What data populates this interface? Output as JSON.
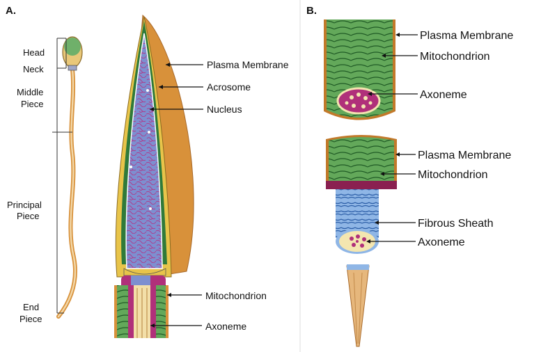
{
  "panels": {
    "a": "A.",
    "b": "B."
  },
  "sperm_regions": {
    "head": "Head",
    "neck": "Neck",
    "middle_line1": "Middle",
    "middle_line2": "Piece",
    "principal_line1": "Principal",
    "principal_line2": "Piece",
    "end_line1": "End",
    "end_line2": "Piece"
  },
  "head_section_labels": {
    "plasma_membrane": "Plasma Membrane",
    "acrosome": "Acrosome",
    "nucleus": "Nucleus",
    "mitochondrion": "Mitochondrion",
    "axoneme": "Axoneme"
  },
  "cross_section_top": {
    "plasma_membrane": "Plasma Membrane",
    "mitochondrion": "Mitochondrion",
    "axoneme": "Axoneme"
  },
  "cross_section_middle": {
    "plasma_membrane": "Plasma Membrane",
    "mitochondrion": "Mitochondrion",
    "fibrous_sheath": "Fibrous Sheath",
    "axoneme": "Axoneme"
  },
  "colors": {
    "membrane_tan": "#d8913a",
    "mitochondria_green": "#4f9a4a",
    "nucleus_blue": "#7d8fd0",
    "chromatin_magenta": "#b03a8a",
    "acrosome_green": "#2f7a3a",
    "fibrous_blue": "#6a9fd8",
    "tail_tan": "#e6b77c"
  }
}
